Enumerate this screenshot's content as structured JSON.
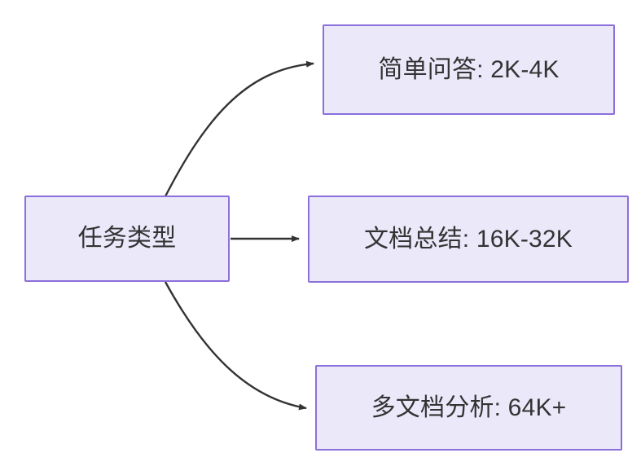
{
  "diagram": {
    "type": "flowchart",
    "direction": "left-to-right",
    "background_color": "#ffffff",
    "node_fill_color": "#ebe8fa",
    "node_border_color": "#8b6fdb",
    "node_text_color": "#333333",
    "edge_color": "#333333",
    "root": {
      "id": "root",
      "label": "任务类型"
    },
    "branches": [
      {
        "id": "simple-qa",
        "label": "简单问答: 2K-4K",
        "task": "简单问答",
        "context_length": "2K-4K",
        "edge_style": "curved"
      },
      {
        "id": "doc-summary",
        "label": "文档总结: 16K-32K",
        "task": "文档总结",
        "context_length": "16K-32K",
        "edge_style": "straight"
      },
      {
        "id": "multi-doc-analysis",
        "label": "多文档分析: 64K+",
        "task": "多文档分析",
        "context_length": "64K+",
        "edge_style": "curved"
      }
    ]
  }
}
